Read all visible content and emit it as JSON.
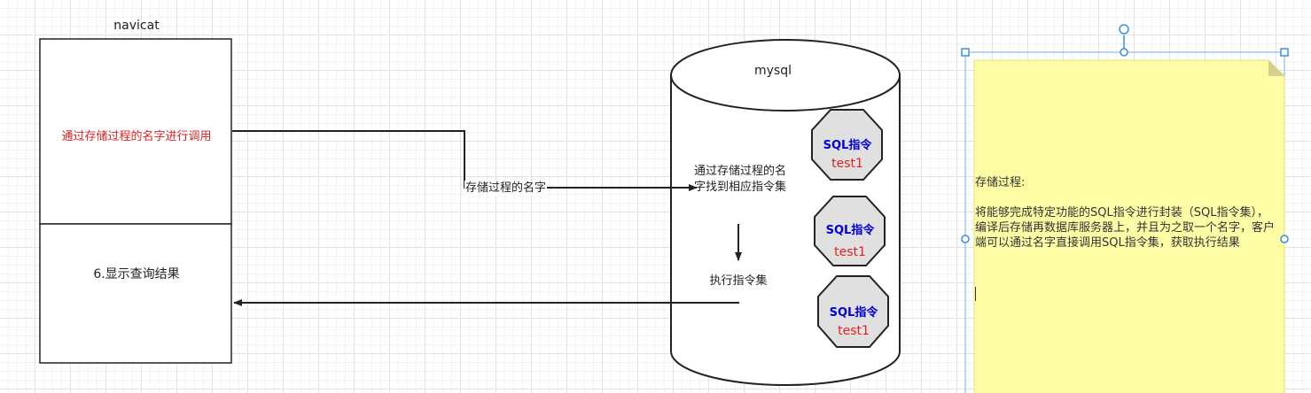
{
  "diagram": {
    "navicat": {
      "title": "navicat",
      "call_text": "通过存储过程的名字进行调用",
      "result_text": "6.显示查询结果"
    },
    "edge_label": "存储过程的名字",
    "mysql": {
      "title": "mysql",
      "find_text": "通过存储过程的名字找到相应指令集",
      "exec_text": "执行指令集"
    },
    "instruction_sets": [
      {
        "title": "SQL指令",
        "subtitle": "test1"
      },
      {
        "title": "SQL指令",
        "subtitle": "test1"
      },
      {
        "title": "SQL指令",
        "subtitle": "test1"
      }
    ],
    "note": {
      "heading": "存储过程:",
      "body": "将能够完成特定功能的SQL指令进行封装（SQL指令集），编译后存储再数据库服务器上，并且为之取一个名字，客户端可以通过名字直接调用SQL指令集，获取执行结果"
    },
    "colors": {
      "red_text": "#e02020",
      "blue_text": "#0000dd",
      "octagon_fill": "#e0e0e0",
      "note_fill": "#fffca6",
      "selection": "#3b8fd8"
    }
  }
}
